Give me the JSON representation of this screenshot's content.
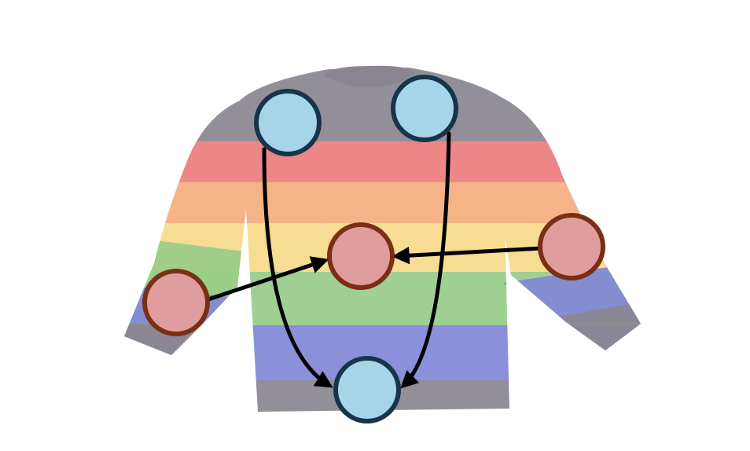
{
  "palette": {
    "background": "#ffffff",
    "knit_gray": "#8a8590",
    "stripe_red": "#ec7d7d",
    "stripe_orange": "#f4ad7e",
    "stripe_yellow": "#f6d98a",
    "stripe_green": "#98cc88",
    "stripe_blue": "#8087d6",
    "blue_node_fill": "#a6d5ea",
    "blue_node_stroke": "#17344a",
    "red_node_fill": "#df9d9d",
    "red_node_stroke": "#7a2e14",
    "arrow_color": "#000000"
  },
  "icons": {
    "garment": "sweater-illustration",
    "node": "circle-node",
    "edge": "arrow-connector"
  },
  "diagram": {
    "nodes": [
      {
        "id": "left-shoulder",
        "group": "blue"
      },
      {
        "id": "right-shoulder",
        "group": "blue"
      },
      {
        "id": "hem-center",
        "group": "blue"
      },
      {
        "id": "chest-center",
        "group": "red"
      },
      {
        "id": "left-cuff",
        "group": "red"
      },
      {
        "id": "right-cuff",
        "group": "red"
      }
    ],
    "edges": [
      {
        "from": "left-shoulder",
        "to": "hem-center"
      },
      {
        "from": "right-shoulder",
        "to": "hem-center"
      },
      {
        "from": "left-cuff",
        "to": "chest-center"
      },
      {
        "from": "right-cuff",
        "to": "chest-center"
      }
    ]
  }
}
